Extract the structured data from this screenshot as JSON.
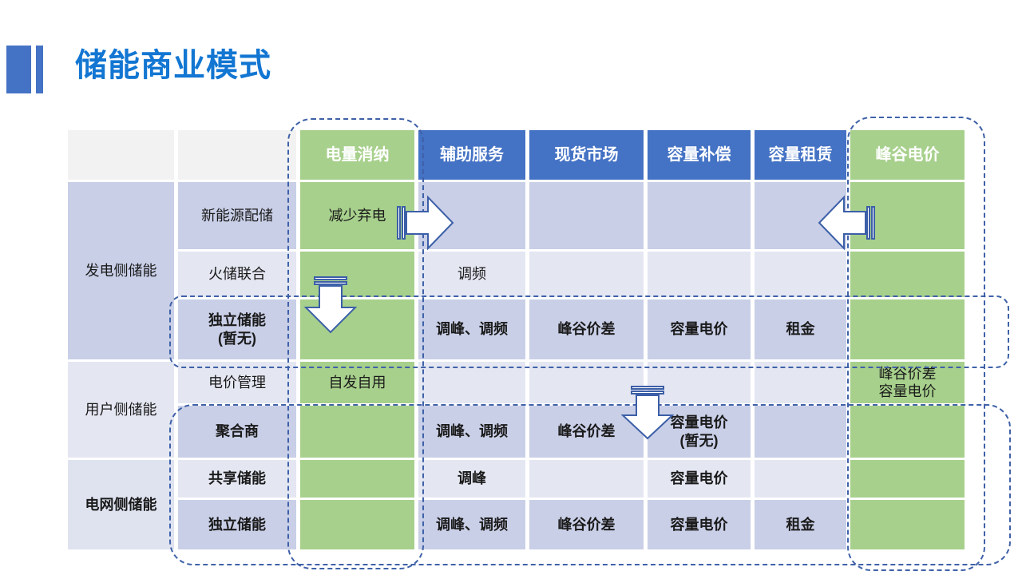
{
  "title": "储能商业模式",
  "colors": {
    "title_blue": "#1276d2",
    "header_blue": "#4472c4",
    "green": "#a7d08c",
    "band_dark": "#c9cfe7",
    "band_light": "#e4e7f2",
    "band_mid": "#dfe3f0",
    "corner_gray": "#f2f2f2",
    "dash_blue": "#3f61a8",
    "arrow_stroke": "#3c5fa7",
    "header_text": "#ffffff",
    "text_dark": "#1a1a1a"
  },
  "table": {
    "column_headers": [
      {
        "label": "电量消纳",
        "variant": "green"
      },
      {
        "label": "辅助服务",
        "variant": "blue"
      },
      {
        "label": "现货市场",
        "variant": "blue"
      },
      {
        "label": "容量补偿",
        "variant": "blue"
      },
      {
        "label": "容量租赁",
        "variant": "blue"
      },
      {
        "label": "峰谷电价",
        "variant": "green"
      }
    ],
    "groups": [
      {
        "label": "发电侧储能",
        "bold": false,
        "rows": [
          {
            "label": "新能源配储",
            "bold": false,
            "cells": [
              "减少弃电",
              "",
              "",
              "",
              "",
              ""
            ]
          },
          {
            "label": "火储联合",
            "bold": false,
            "cells": [
              "",
              "调频",
              "",
              "",
              "",
              ""
            ]
          },
          {
            "label": "独立储能\n(暂无)",
            "bold": true,
            "cells": [
              "",
              "调峰、调频",
              "峰谷价差",
              "容量电价",
              "租金",
              ""
            ]
          }
        ]
      },
      {
        "label": "用户侧储能",
        "bold": false,
        "rows": [
          {
            "label": "电价管理",
            "bold": false,
            "cells": [
              "自发自用",
              "",
              "",
              "",
              "",
              "峰谷价差\n容量电价"
            ]
          },
          {
            "label": "聚合商",
            "bold": true,
            "cells": [
              "",
              "调峰、调频",
              "峰谷价差",
              "容量电价\n(暂无)",
              "",
              ""
            ]
          }
        ]
      },
      {
        "label": "电网侧储能",
        "bold": true,
        "rows": [
          {
            "label": "共享储能",
            "bold": true,
            "cells": [
              "",
              "调峰",
              "",
              "容量电价",
              "",
              ""
            ]
          },
          {
            "label": "独立储能",
            "bold": true,
            "cells": [
              "",
              "调峰、调频",
              "峰谷价差",
              "容量电价",
              "租金",
              ""
            ]
          }
        ]
      }
    ]
  },
  "annotations": {
    "icons": [
      "striped-arrow-right-icon",
      "striped-arrow-left-icon",
      "striped-arrow-down-icon",
      "striped-arrow-down-icon"
    ],
    "dashed_outline_count": 4
  }
}
